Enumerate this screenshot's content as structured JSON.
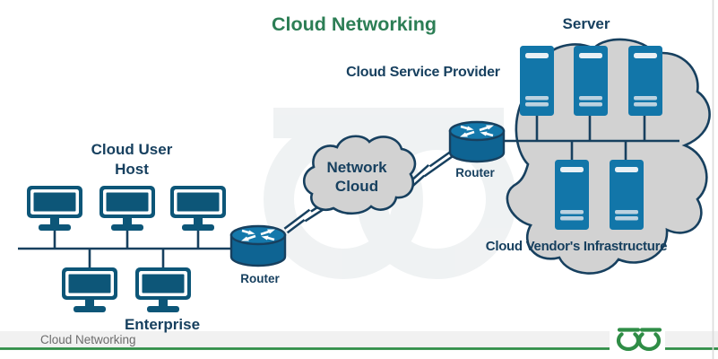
{
  "title": {
    "text": "Cloud Networking"
  },
  "diagram": {
    "server_label": "Server",
    "cloud_service_provider_label": "Cloud Service Provider",
    "cloud_user_host_line1": "Cloud User",
    "cloud_user_host_line2": "Host",
    "network_cloud_line1": "Network",
    "network_cloud_line2": "Cloud",
    "router_left_label": "Router",
    "router_right_label": "Router",
    "enterprise_label": "Enterprise",
    "vendor_infrastructure_label": "Cloud Vendor's Infrastructure"
  },
  "footer": {
    "caption": "Cloud Networking",
    "logo_name": "geeksforgeeks-logo"
  },
  "colors": {
    "title_green": "#2c7e55",
    "navy": "#17405f",
    "device_blue": "#1276a9",
    "device_blue_dark": "#0e6493",
    "device_blue_top": "#1478ab",
    "monitor_blue": "#0d5678",
    "cloud_gray": "#d2d2d2",
    "stripe_light": "#e9f0f5",
    "stripe_muted": "#bcd2e0",
    "line_green": "#2f8d46",
    "footer_band": "#f1f1f1",
    "footer_gray": "#6c6c6c",
    "watermark": "#eef1f2",
    "border_gray": "#dcdcdc"
  }
}
